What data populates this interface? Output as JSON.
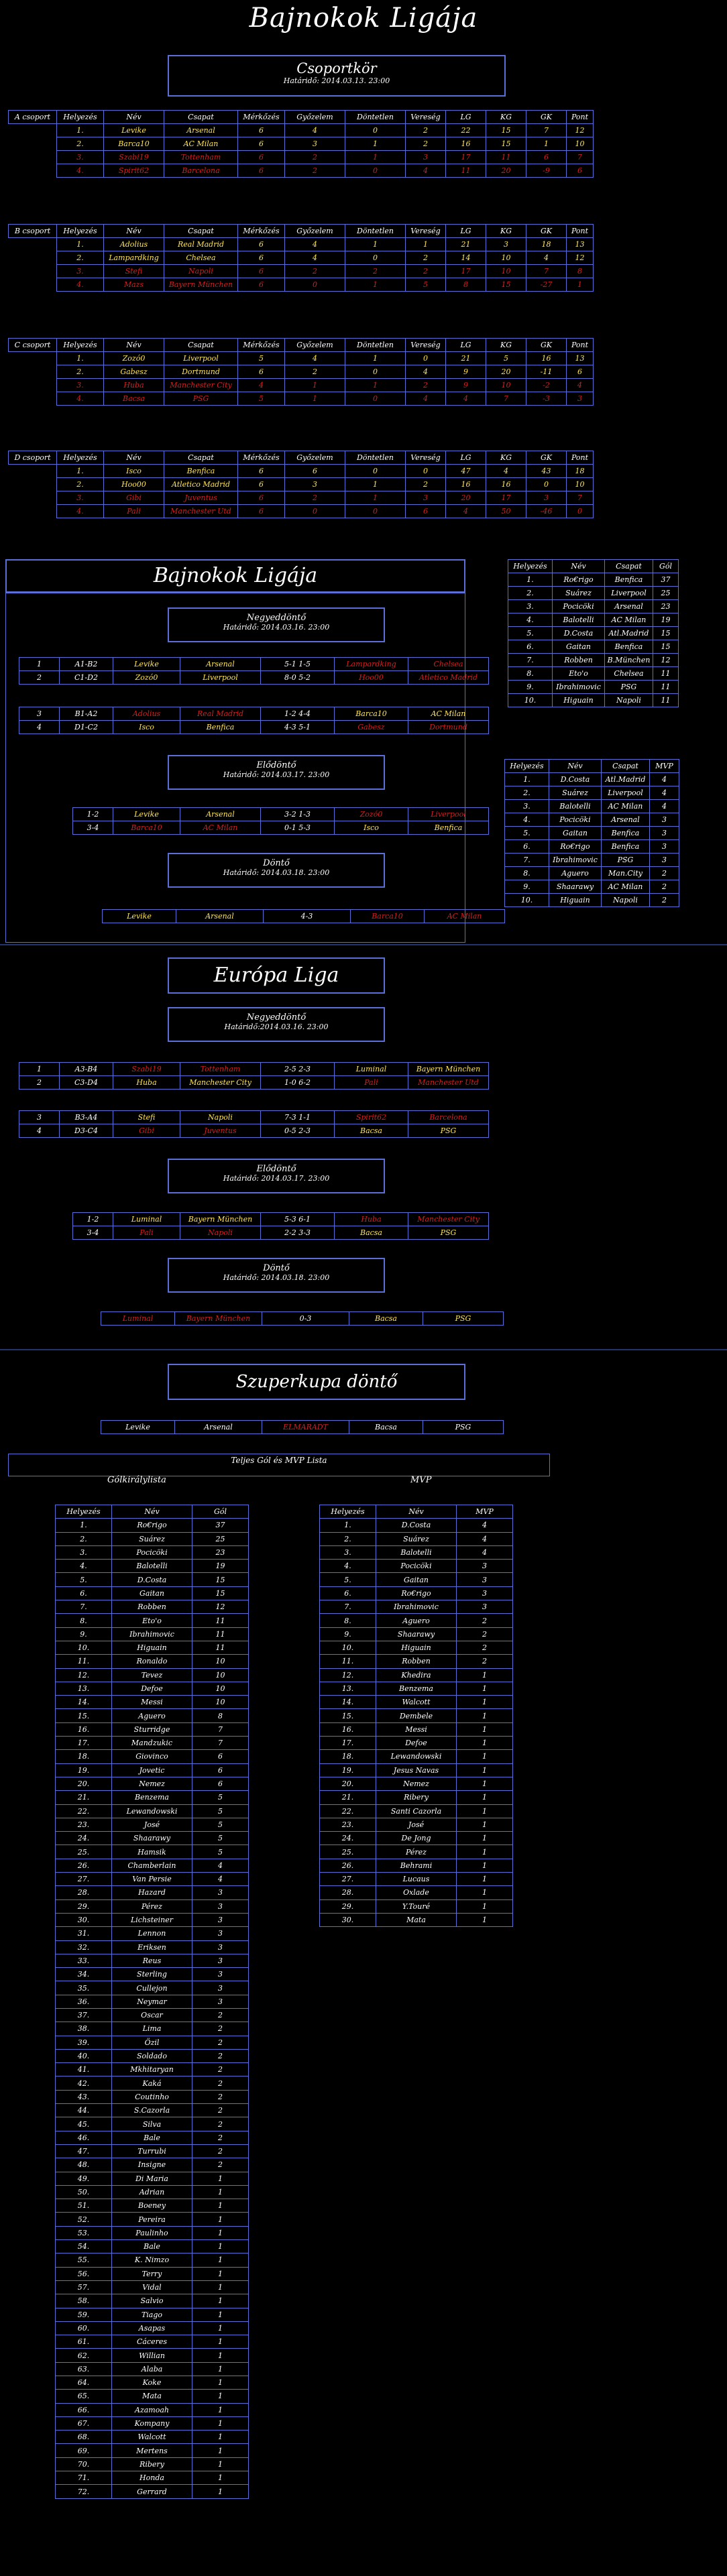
{
  "title": "Bajnokok Ligája",
  "group_stage": {
    "heading": "Csoportkör",
    "deadline": "Határidő: 2014.03.13. 23:00"
  },
  "group_headers": [
    "Helyezés",
    "Név",
    "Csapat",
    "Mérkőzés",
    "Győzelem",
    "Döntetlen",
    "Vereség",
    "LG",
    "KG",
    "GK",
    "Pont"
  ],
  "groups": [
    {
      "label": "A csoport",
      "rows": [
        {
          "c": "yl",
          "v": [
            "1.",
            "Levike",
            "Arsenal",
            "6",
            "4",
            "0",
            "2",
            "22",
            "15",
            "7",
            "12"
          ]
        },
        {
          "c": "yl",
          "v": [
            "2.",
            "Barca10",
            "AC Milan",
            "6",
            "3",
            "1",
            "2",
            "16",
            "15",
            "1",
            "10"
          ]
        },
        {
          "c": "rd",
          "v": [
            "3.",
            "Szabi19",
            "Tottenham",
            "6",
            "2",
            "1",
            "3",
            "17",
            "11",
            "6",
            "7"
          ]
        },
        {
          "c": "rd",
          "v": [
            "4.",
            "Spirit62",
            "Barcelona",
            "6",
            "2",
            "0",
            "4",
            "11",
            "20",
            "-9",
            "6"
          ]
        }
      ]
    },
    {
      "label": "B csoport",
      "rows": [
        {
          "c": "yl",
          "v": [
            "1.",
            "Adolius",
            "Real Madrid",
            "6",
            "4",
            "1",
            "1",
            "21",
            "3",
            "18",
            "13"
          ]
        },
        {
          "c": "yl",
          "v": [
            "2.",
            "Lampardking",
            "Chelsea",
            "6",
            "4",
            "0",
            "2",
            "14",
            "10",
            "4",
            "12"
          ]
        },
        {
          "c": "rd",
          "v": [
            "3.",
            "Stefi",
            "Napoli",
            "6",
            "2",
            "2",
            "2",
            "17",
            "10",
            "7",
            "8"
          ]
        },
        {
          "c": "rd",
          "v": [
            "4.",
            "Mazs",
            "Bayern München",
            "6",
            "0",
            "1",
            "5",
            "8",
            "15",
            "-27",
            "1"
          ]
        }
      ]
    },
    {
      "label": "C csoport",
      "rows": [
        {
          "c": "yl",
          "v": [
            "1.",
            "Zozó0",
            "Liverpool",
            "5",
            "4",
            "1",
            "0",
            "21",
            "5",
            "16",
            "13"
          ]
        },
        {
          "c": "yl",
          "v": [
            "2.",
            "Gabesz",
            "Dortmund",
            "6",
            "2",
            "0",
            "4",
            "9",
            "20",
            "-11",
            "6"
          ]
        },
        {
          "c": "rd",
          "v": [
            "3.",
            "Huba",
            "Manchester City",
            "4",
            "1",
            "1",
            "2",
            "9",
            "10",
            "-2",
            "4"
          ]
        },
        {
          "c": "rd",
          "v": [
            "4.",
            "Bacsa",
            "PSG",
            "5",
            "1",
            "0",
            "4",
            "4",
            "7",
            "-3",
            "3"
          ]
        }
      ]
    },
    {
      "label": "D csoport",
      "rows": [
        {
          "c": "yl",
          "v": [
            "1.",
            "Isco",
            "Benfica",
            "6",
            "6",
            "0",
            "0",
            "47",
            "4",
            "43",
            "18"
          ]
        },
        {
          "c": "yl",
          "v": [
            "2.",
            "Hoo00",
            "Atletico Madrid",
            "6",
            "3",
            "1",
            "2",
            "16",
            "16",
            "0",
            "10"
          ]
        },
        {
          "c": "rd",
          "v": [
            "3.",
            "Gibi",
            "Juventus",
            "6",
            "2",
            "1",
            "3",
            "20",
            "17",
            "3",
            "7"
          ]
        },
        {
          "c": "rd",
          "v": [
            "4.",
            "Pali",
            "Manchester Utd",
            "6",
            "0",
            "0",
            "6",
            "4",
            "50",
            "-46",
            "0"
          ]
        }
      ]
    }
  ],
  "cl_section_title": "Bajnokok Ligája",
  "cl_qf": {
    "heading": "Negyeddöntő",
    "deadline": "Határidő: 2014.03.16. 23:00",
    "rows": [
      [
        "1",
        "A1-B2",
        "Levike",
        "Arsenal",
        "5-1  1-5",
        "Lampardking",
        "Chelsea"
      ],
      [
        "2",
        "C1-D2",
        "Zozó0",
        "Liverpool",
        "8-0  5-2",
        "Hoo00",
        "Atletico Madrid"
      ],
      [
        "3",
        "B1-A2",
        "Adolius",
        "Real Madrid",
        "1-2  4-4",
        "Barca10",
        "AC Milan"
      ],
      [
        "4",
        "D1-C2",
        "Isco",
        "Benfica",
        "4-3 5-1",
        "Gabesz",
        "Dortmund"
      ]
    ]
  },
  "cl_sf": {
    "heading": "Elődöntő",
    "deadline": "Határidő: 2014.03.17. 23:00",
    "rows": [
      [
        "1-2",
        "Levike",
        "Arsenal",
        "3-2  1-3",
        "Zozó0",
        "Liverpool"
      ],
      [
        "3-4",
        "Barca10",
        "AC Milan",
        "0-1  5-3",
        "Isco",
        "Benfica"
      ]
    ]
  },
  "cl_final": {
    "heading": "Döntő",
    "deadline": "Határidő: 2014.03.18. 23:00",
    "row": [
      "Levike",
      "Arsenal",
      "4-3",
      "Barca10",
      "AC Milan"
    ]
  },
  "scorer_headers": [
    "Helyezés",
    "Név",
    "Csapat",
    "Gól"
  ],
  "scorers_cl": [
    [
      "1.",
      "Ro€rigo",
      "Benfica",
      "37"
    ],
    [
      "2.",
      "Suárez",
      "Liverpool",
      "25"
    ],
    [
      "3.",
      "Pocicöki",
      "Arsenal",
      "23"
    ],
    [
      "4.",
      "Balotelli",
      "AC Milan",
      "19"
    ],
    [
      "5.",
      "D.Costa",
      "Atl.Madrid",
      "15"
    ],
    [
      "6.",
      "Gaitan",
      "Benfica",
      "15"
    ],
    [
      "7.",
      "Robben",
      "B.München",
      "12"
    ],
    [
      "8.",
      "Eto'o",
      "Chelsea",
      "11"
    ],
    [
      "9.",
      "Ibrahimovic",
      "PSG",
      "11"
    ],
    [
      "10.",
      "Higuain",
      "Napoli",
      "11"
    ]
  ],
  "mvp_headers": [
    "Helyezés",
    "Név",
    "Csapat",
    "MVP"
  ],
  "mvp_cl": [
    [
      "1.",
      "D.Costa",
      "Atl.Madrid",
      "4"
    ],
    [
      "2.",
      "Suárez",
      "Liverpool",
      "4"
    ],
    [
      "3.",
      "Balotelli",
      "AC Milan",
      "4"
    ],
    [
      "4.",
      "Pocicöki",
      "Arsenal",
      "3"
    ],
    [
      "5.",
      "Gaitan",
      "Benfica",
      "3"
    ],
    [
      "6.",
      "Ro€rigo",
      "Benfica",
      "3"
    ],
    [
      "7.",
      "Ibrahimovic",
      "PSG",
      "3"
    ],
    [
      "8.",
      "Aguero",
      "Man.City",
      "2"
    ],
    [
      "9.",
      "Shaarawy",
      "AC Milan",
      "2"
    ],
    [
      "10.",
      "Higuain",
      "Napoli",
      "2"
    ]
  ],
  "el_section_title": "Európa Liga",
  "el_qf": {
    "heading": "Negyeddöntő",
    "deadline": "Határidő:2014.03.16. 23:00",
    "rows": [
      [
        "1",
        "A3-B4",
        "Szabi19",
        "Tottenham",
        "2-5  2-3",
        "Luminal",
        "Bayern München"
      ],
      [
        "2",
        "C3-D4",
        "Huba",
        "Manchester City",
        "1-0  6-2",
        "Pali",
        "Manchester Utd"
      ],
      [
        "3",
        "B3-A4",
        "Stefi",
        "Napoli",
        "7-3  1-1",
        "Spirit62",
        "Barcelona"
      ],
      [
        "4",
        "D3-C4",
        "Gibi",
        "Juventus",
        "0-5  2-3",
        "Bacsa",
        "PSG"
      ]
    ]
  },
  "el_sf": {
    "heading": "Elődöntő",
    "deadline": "Határidő: 2014.03.17. 23:00",
    "rows": [
      [
        "1-2",
        "Luminal",
        "Bayern München",
        "5-3 6-1",
        "Huba",
        "Manchester City"
      ],
      [
        "3-4",
        "Pali",
        "Napoli",
        "2-2  3-3",
        "Bacsa",
        "PSG"
      ]
    ]
  },
  "el_final": {
    "heading": "Döntő",
    "deadline": "Határidő: 2014.03.18. 23:00",
    "row": [
      "Luminal",
      "Bayern München",
      "0-3",
      "Bacsa",
      "PSG"
    ]
  },
  "super_title": "Szuperkupa döntő",
  "super_row": [
    "Levike",
    "Arsenal",
    "ELMARADT",
    "Bacsa",
    "PSG"
  ],
  "full_list": {
    "heading": "Teljes Gól és MVP Lista",
    "goals_label": "Gólkirálylista",
    "mvp_label": "MVP"
  },
  "goal_headers": [
    "Helyezés",
    "Név",
    "Gól"
  ],
  "goals_all": [
    [
      "1.",
      "Ro€rigo",
      "37"
    ],
    [
      "2.",
      "Suárez",
      "25"
    ],
    [
      "3.",
      "Pocicöki",
      "23"
    ],
    [
      "4.",
      "Balotelli",
      "19"
    ],
    [
      "5.",
      "D.Costa",
      "15"
    ],
    [
      "6.",
      "Gaitan",
      "15"
    ],
    [
      "7.",
      "Robben",
      "12"
    ],
    [
      "8.",
      "Eto'o",
      "11"
    ],
    [
      "9.",
      "Ibrahimovic",
      "11"
    ],
    [
      "10.",
      "Higuain",
      "11"
    ],
    [
      "11.",
      "Ronaldo",
      "10"
    ],
    [
      "12.",
      "Tevez",
      "10"
    ],
    [
      "13.",
      "Defoe",
      "10"
    ],
    [
      "14.",
      "Messi",
      "10"
    ],
    [
      "15.",
      "Aguero",
      "8"
    ],
    [
      "16.",
      "Sturridge",
      "7"
    ],
    [
      "17.",
      "Mandzukic",
      "7"
    ],
    [
      "18.",
      "Giovinco",
      "6"
    ],
    [
      "19.",
      "Jovetic",
      "6"
    ],
    [
      "20.",
      "Nemez",
      "6"
    ],
    [
      "21.",
      "Benzema",
      "5"
    ],
    [
      "22.",
      "Lewandowski",
      "5"
    ],
    [
      "23.",
      "José",
      "5"
    ],
    [
      "24.",
      "Shaarawy",
      "5"
    ],
    [
      "25.",
      "Hamsik",
      "5"
    ],
    [
      "26.",
      "Chamberlain",
      "4"
    ],
    [
      "27.",
      "Van Persie",
      "4"
    ],
    [
      "28.",
      "Hazard",
      "3"
    ],
    [
      "29.",
      "Pérez",
      "3"
    ],
    [
      "30.",
      "Lichsteiner",
      "3"
    ],
    [
      "31.",
      "Lennon",
      "3"
    ],
    [
      "32.",
      "Eriksen",
      "3"
    ],
    [
      "33.",
      "Reus",
      "3"
    ],
    [
      "34.",
      "Sterling",
      "3"
    ],
    [
      "35.",
      "Cullejon",
      "3"
    ],
    [
      "36.",
      "Neymar",
      "3"
    ],
    [
      "37.",
      "Oscar",
      "2"
    ],
    [
      "38.",
      "Lima",
      "2"
    ],
    [
      "39.",
      "Özil",
      "2"
    ],
    [
      "40.",
      "Soldado",
      "2"
    ],
    [
      "41.",
      "Mkhitaryan",
      "2"
    ],
    [
      "42.",
      "Kaká",
      "2"
    ],
    [
      "43.",
      "Coutinho",
      "2"
    ],
    [
      "44.",
      "S.Cazorla",
      "2"
    ],
    [
      "45.",
      "Silva",
      "2"
    ],
    [
      "46.",
      "Bale",
      "2"
    ],
    [
      "47.",
      "Turrubi",
      "2"
    ],
    [
      "48.",
      "Insigne",
      "2"
    ],
    [
      "49.",
      "Di Maria",
      "1"
    ],
    [
      "50.",
      "Adrian",
      "1"
    ],
    [
      "51.",
      "Boeney",
      "1"
    ],
    [
      "52.",
      "Pereira",
      "1"
    ],
    [
      "53.",
      "Paulinho",
      "1"
    ],
    [
      "54.",
      "Bale",
      "1"
    ],
    [
      "55.",
      "K. Nimzo",
      "1"
    ],
    [
      "56.",
      "Terry",
      "1"
    ],
    [
      "57.",
      "Vidal",
      "1"
    ],
    [
      "58.",
      "Salvio",
      "1"
    ],
    [
      "59.",
      "Tiago",
      "1"
    ],
    [
      "60.",
      "Asapas",
      "1"
    ],
    [
      "61.",
      "Cáceres",
      "1"
    ],
    [
      "62.",
      "Willian",
      "1"
    ],
    [
      "63.",
      "Alaba",
      "1"
    ],
    [
      "64.",
      "Koke",
      "1"
    ],
    [
      "65.",
      "Mata",
      "1"
    ],
    [
      "66.",
      "Azamoah",
      "1"
    ],
    [
      "67.",
      "Kompany",
      "1"
    ],
    [
      "68.",
      "Walcott",
      "1"
    ],
    [
      "69.",
      "Mertens",
      "1"
    ],
    [
      "70.",
      "Ribery",
      "1"
    ],
    [
      "71.",
      "Honda",
      "1"
    ],
    [
      "72.",
      "Gerrard",
      "1"
    ]
  ],
  "mvp_headers_all": [
    "Helyezés",
    "Név",
    "MVP"
  ],
  "mvp_all": [
    [
      "1.",
      "D.Costa",
      "4"
    ],
    [
      "2.",
      "Suárez",
      "4"
    ],
    [
      "3.",
      "Balotelli",
      "4"
    ],
    [
      "4.",
      "Pocicöki",
      "3"
    ],
    [
      "5.",
      "Gaitan",
      "3"
    ],
    [
      "6.",
      "Ro€rigo",
      "3"
    ],
    [
      "7.",
      "Ibrahimovic",
      "3"
    ],
    [
      "8.",
      "Aguero",
      "2"
    ],
    [
      "9.",
      "Shaarawy",
      "2"
    ],
    [
      "10.",
      "Higuain",
      "2"
    ],
    [
      "11.",
      "Robben",
      "2"
    ],
    [
      "12.",
      "Khedira",
      "1"
    ],
    [
      "13.",
      "Benzema",
      "1"
    ],
    [
      "14.",
      "Walcott",
      "1"
    ],
    [
      "15.",
      "Dembele",
      "1"
    ],
    [
      "16.",
      "Messi",
      "1"
    ],
    [
      "17.",
      "Defoe",
      "1"
    ],
    [
      "18.",
      "Lewandowski",
      "1"
    ],
    [
      "19.",
      "Jesus Navas",
      "1"
    ],
    [
      "20.",
      "Nemez",
      "1"
    ],
    [
      "21.",
      "Ribery",
      "1"
    ],
    [
      "22.",
      "Santi Cazorla",
      "1"
    ],
    [
      "23.",
      "José",
      "1"
    ],
    [
      "24.",
      "De Jong",
      "1"
    ],
    [
      "25.",
      "Pérez",
      "1"
    ],
    [
      "26.",
      "Behrami",
      "1"
    ],
    [
      "27.",
      "Lucaus",
      "1"
    ],
    [
      "28.",
      "Oxlade",
      "1"
    ],
    [
      "29.",
      "Y.Touré",
      "1"
    ],
    [
      "30.",
      "Mata",
      "1"
    ]
  ]
}
